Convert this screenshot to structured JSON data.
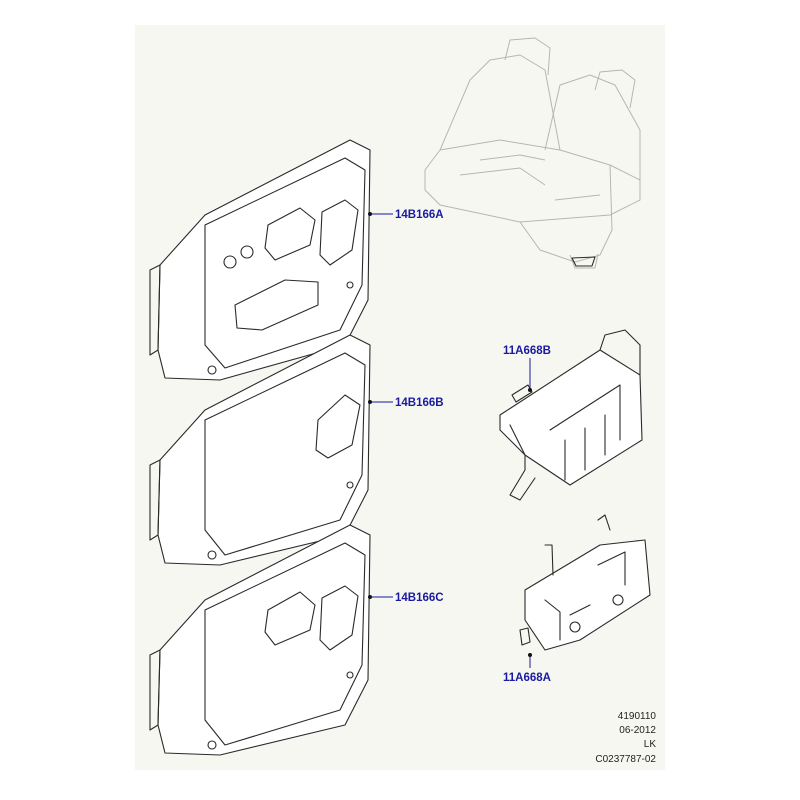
{
  "callouts": {
    "switch_pack_a": "14B166A",
    "switch_pack_b": "14B166B",
    "switch_pack_c": "14B166C",
    "control_module_b": "11A668B",
    "control_module_a": "11A668A"
  },
  "meta": {
    "line1": "4190110",
    "line2": "06-2012",
    "line3": "LK",
    "line4": "C0237787-02"
  },
  "colors": {
    "background": "#f7f7f2",
    "line": "#2a2a2a",
    "callout_text": "#1a1aa0",
    "seat_outline": "#b5b5b5"
  }
}
